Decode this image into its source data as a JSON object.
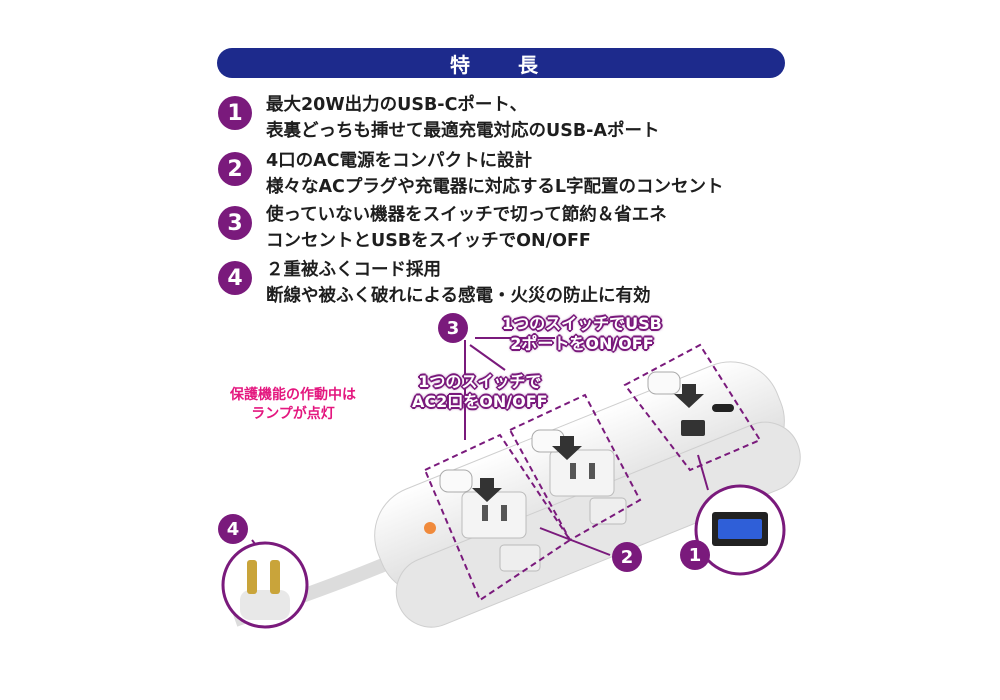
{
  "banner": {
    "title": "特　長"
  },
  "features": [
    {
      "num": "1",
      "line1": "最大20W出力のUSB-Cポート、",
      "line2": "表裏どっちも挿せて最適充電対応のUSB-Aポート"
    },
    {
      "num": "2",
      "line1": "4口のAC電源をコンパクトに設計",
      "line2": "様々なACプラグや充電器に対応するL字配置のコンセント"
    },
    {
      "num": "3",
      "line1": "使っていない機器をスイッチで切って節約＆省エネ",
      "line2": "コンセントとUSBをスイッチでON/OFF"
    },
    {
      "num": "4",
      "line1": "２重被ふくコード採用",
      "line2": "断線や被ふく破れによる感電・火災の防止に有効"
    }
  ],
  "callouts": {
    "usb_switch": {
      "line1": "1つのスイッチでUSB",
      "line2": "2ポートをON/OFF"
    },
    "ac_switch": {
      "line1": "1つのスイッチで",
      "line2": "AC2口をON/OFF"
    },
    "lamp": {
      "line1": "保護機能の作動中は",
      "line2": "ランプが点灯"
    },
    "num1": "1",
    "num2": "2",
    "num3": "3",
    "num4": "4"
  },
  "colors": {
    "banner": "#1d2a8c",
    "badge": "#7a1a7c",
    "lamp_text": "#e4177f"
  }
}
